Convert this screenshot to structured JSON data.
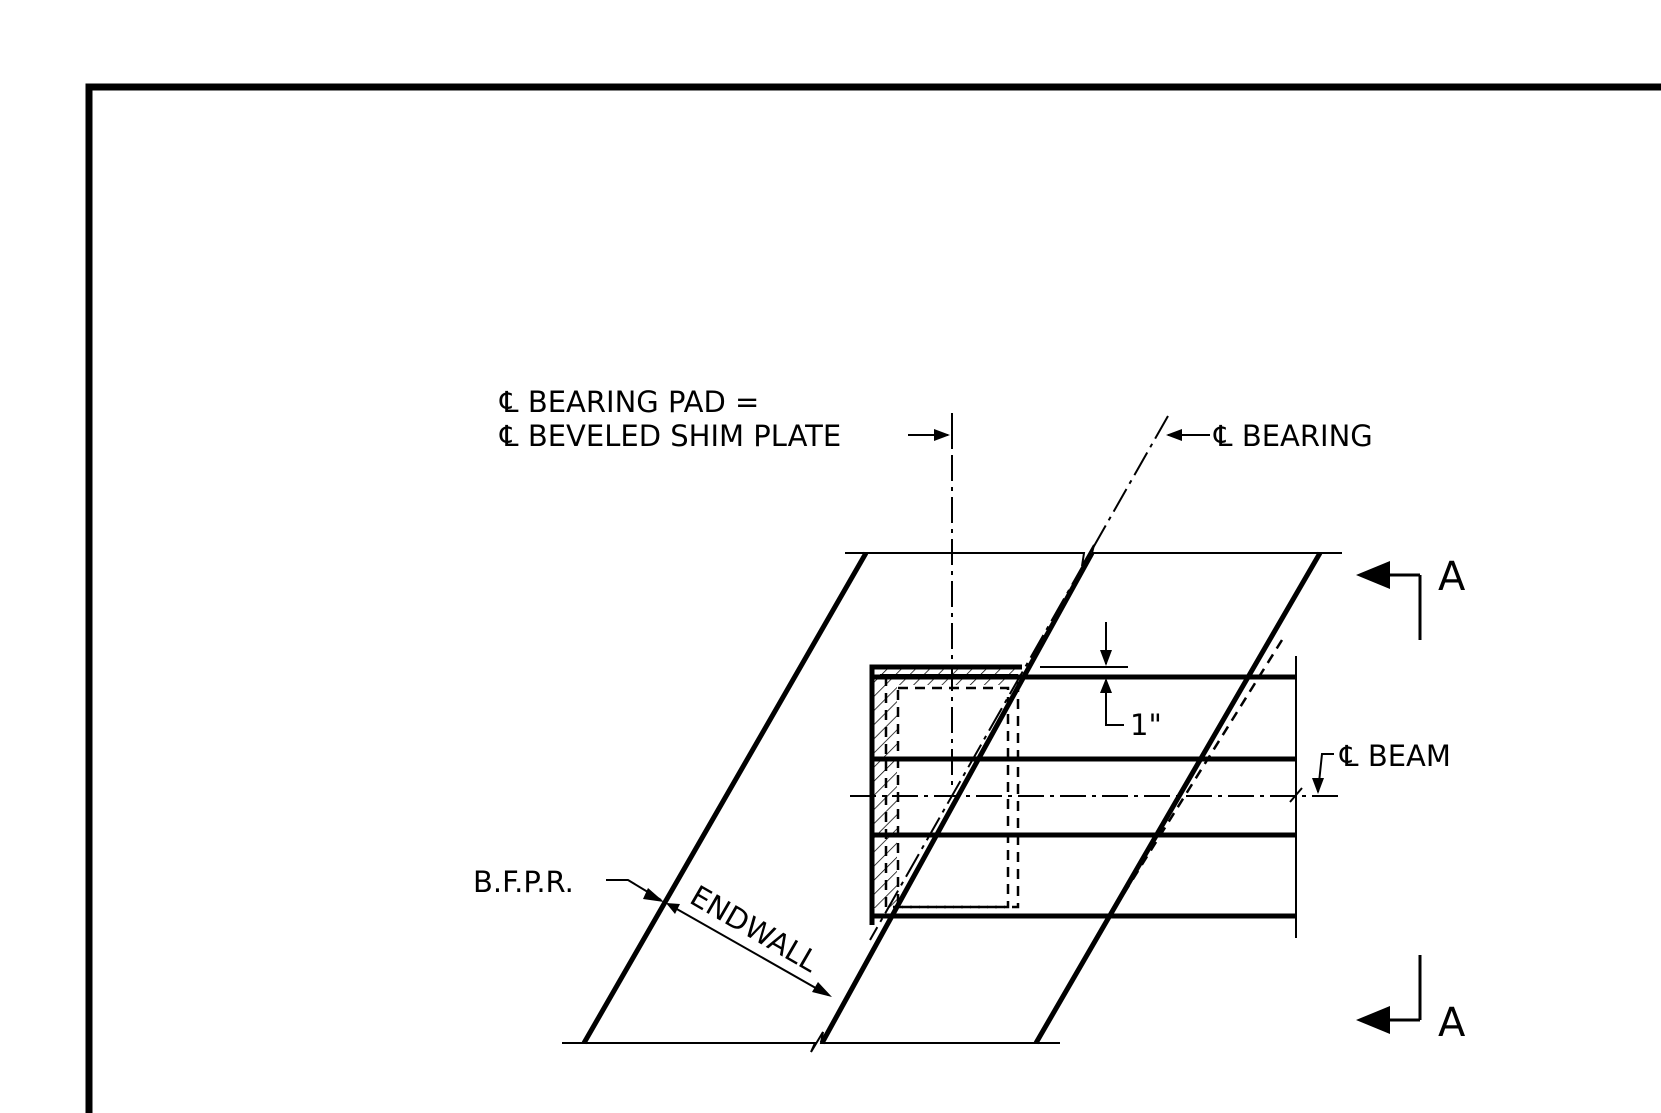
{
  "labels": {
    "bearing_pad_line1": "℄ BEARING PAD =",
    "bearing_pad_line2": "℄ BEVELED SHIM PLATE",
    "bearing": "℄ BEARING",
    "beam": "℄ BEAM",
    "bfpr": "B.F.P.R.",
    "endwall": "ENDWALL",
    "dimension": "1\"",
    "section_top": "A",
    "section_bottom": "A"
  },
  "colors": {
    "line": "#000000",
    "background": "#ffffff"
  }
}
